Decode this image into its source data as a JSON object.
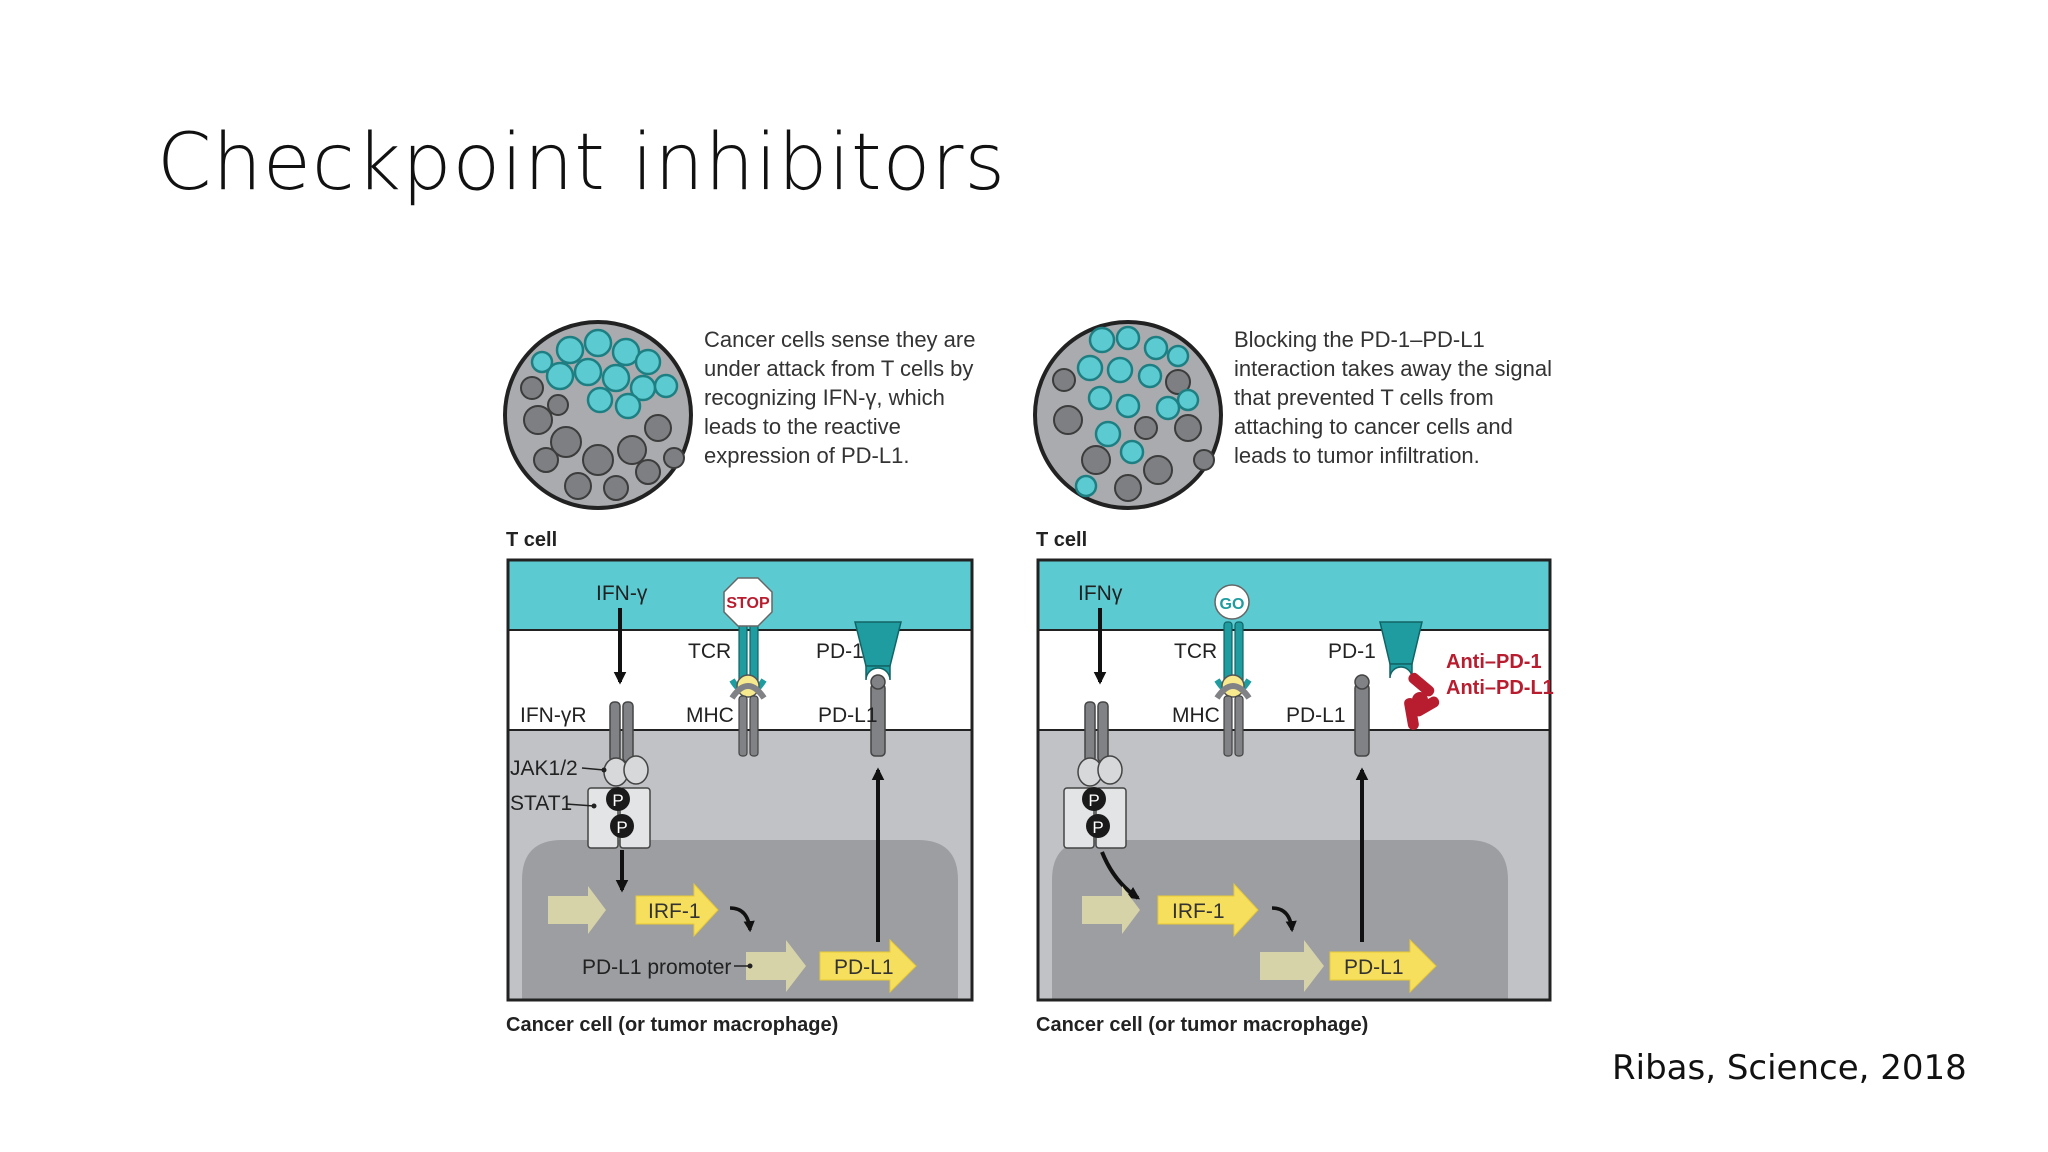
{
  "slide": {
    "title": "Checkpoint inhibitors",
    "citation": "Ribas, Science, 2018"
  },
  "colors": {
    "teal": "#5ccbd1",
    "teal_dark": "#1e9c9f",
    "yellow": "#f7df5e",
    "yellow_dark": "#e8c930",
    "khaki": "#d6d3a8",
    "cell_gray": "#c0c2c5",
    "nucleus_gray": "#9c9ea1",
    "receptor_gray": "#808285",
    "antibody_red": "#b81d2f"
  },
  "panels": [
    {
      "description": [
        "Cancer cells sense they are",
        "under attack from T cells by",
        "recognizing IFN-γ, which",
        "leads to the reactive",
        "expression of PD-L1."
      ],
      "t_cell_label": "T cell",
      "ifn_label": "IFN-γ",
      "signal_label": "STOP",
      "tcr_label": "TCR",
      "pd1_label": "PD-1",
      "ifnr_label": "IFN-γR",
      "mhc_label": "MHC",
      "pdl1_label": "PD-L1",
      "jak_label": "JAK1/2",
      "stat_label": "STAT1",
      "p_label": "P",
      "irf_label": "IRF-1",
      "promoter_label": "PD-L1 promoter",
      "gene_label": "PD-L1",
      "cell_label": "Cancer cell (or tumor macrophage)"
    },
    {
      "description": [
        "Blocking the PD-1–PD-L1",
        "interaction takes away the signal",
        "that prevented T cells from",
        "attaching to cancer cells and",
        "leads to tumor infiltration."
      ],
      "t_cell_label": "T cell",
      "ifn_label": "IFNγ",
      "signal_label": "GO",
      "tcr_label": "TCR",
      "pd1_label": "PD-1",
      "mhc_label": "MHC",
      "pdl1_label": "PD-L1",
      "p_label": "P",
      "irf_label": "IRF-1",
      "gene_label": "PD-L1",
      "antibody_label_1": "Anti–PD-1",
      "antibody_label_2": "Anti–PD-L1",
      "cell_label": "Cancer cell (or tumor macrophage)"
    }
  ]
}
